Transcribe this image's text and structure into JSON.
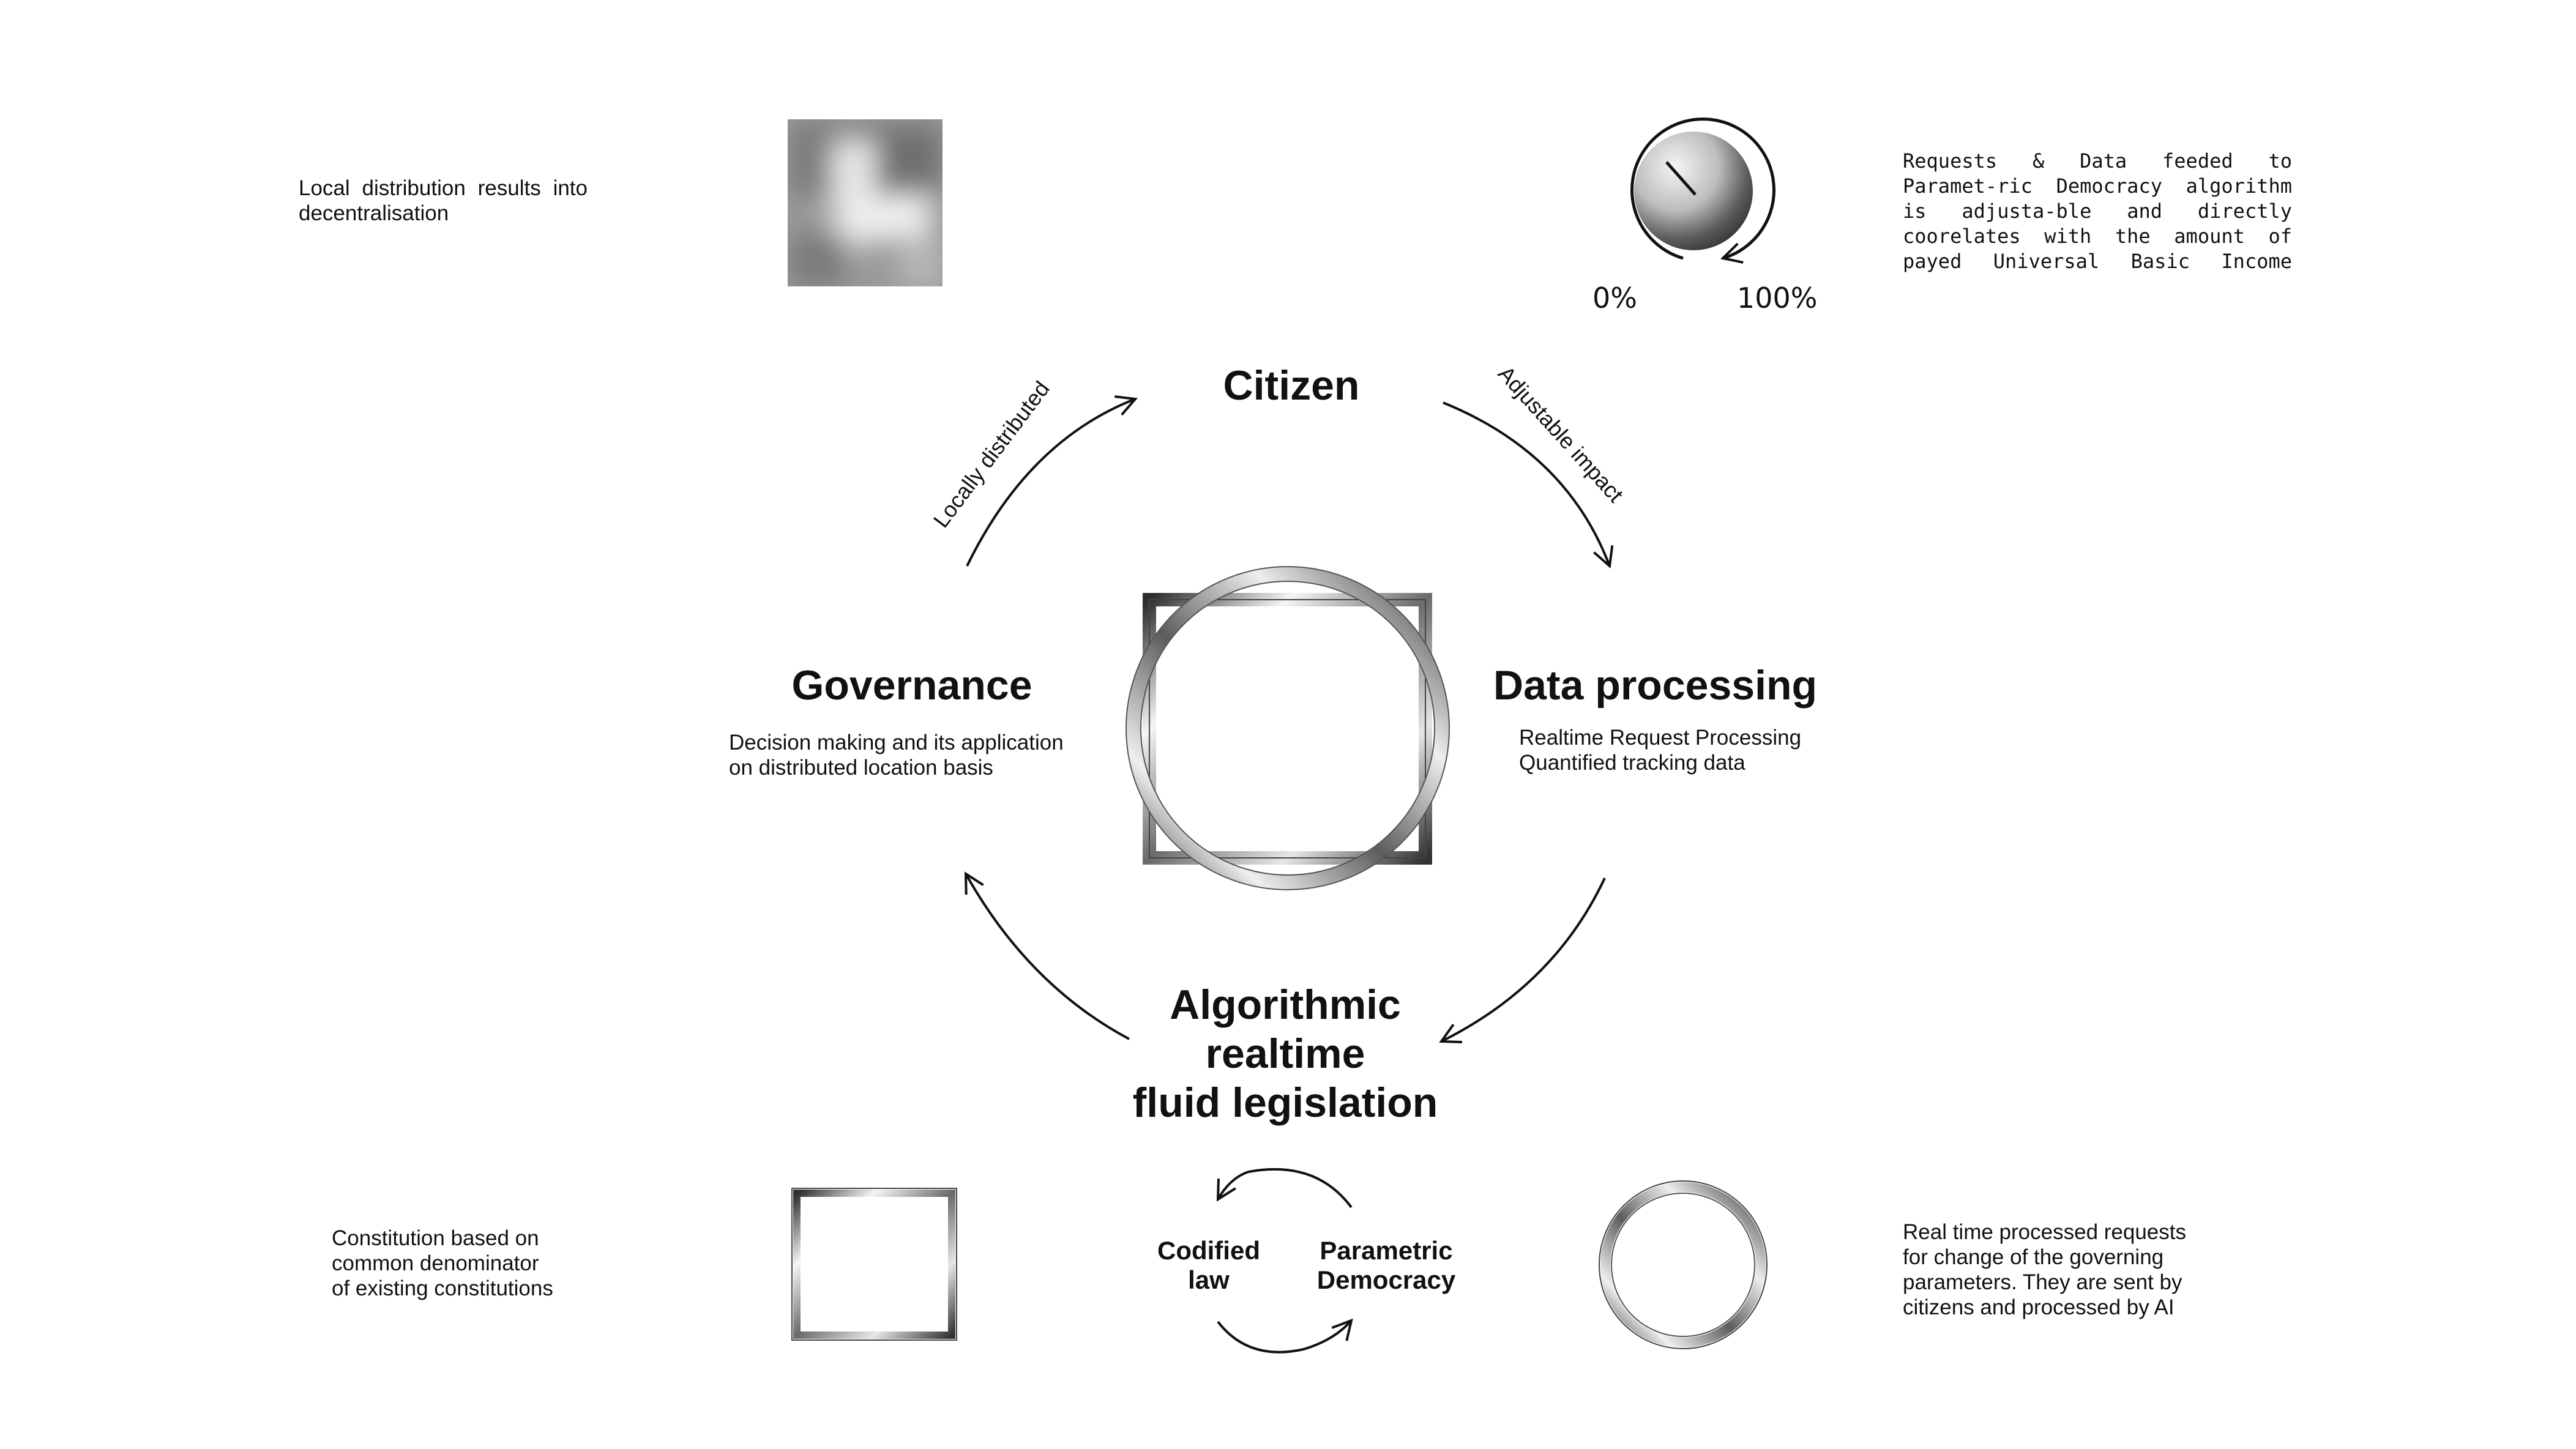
{
  "notes": {
    "top_left": "Local distribution results into decentralisation",
    "top_right": "Requests & Data feeded to Paramet-ric Democracy algorithm is adjusta-ble and directly coorelates with the amount of payed Universal Basic Income",
    "bottom_left": "Constitution based on\ncommon denominator\nof existing constitutions",
    "bottom_right": "Real time processed requests\nfor change of the governing\nparameters. They are sent by\ncitizens and processed by AI"
  },
  "dial": {
    "min_label": "0%",
    "max_label": "100%"
  },
  "cycle": {
    "citizen": "Citizen",
    "data_processing": {
      "title": "Data processing",
      "description": "Realtime Request Processing\nQuantified tracking data"
    },
    "governance": {
      "title": "Governance",
      "description": "Decision making and its application\non distributed location basis"
    },
    "legislation": "Algorithmic\nrealtime\nfluid legislation",
    "arc_labels": {
      "left_top": "Locally distributed",
      "right_top": "Adjustable impact"
    }
  },
  "mini_cycle": {
    "left": "Codified\nlaw",
    "right": "Parametric\nDemocracy"
  },
  "colors": {
    "ink": "#111111",
    "metal_dark": "#3a3a3a",
    "metal_light": "#f2f2f2"
  }
}
